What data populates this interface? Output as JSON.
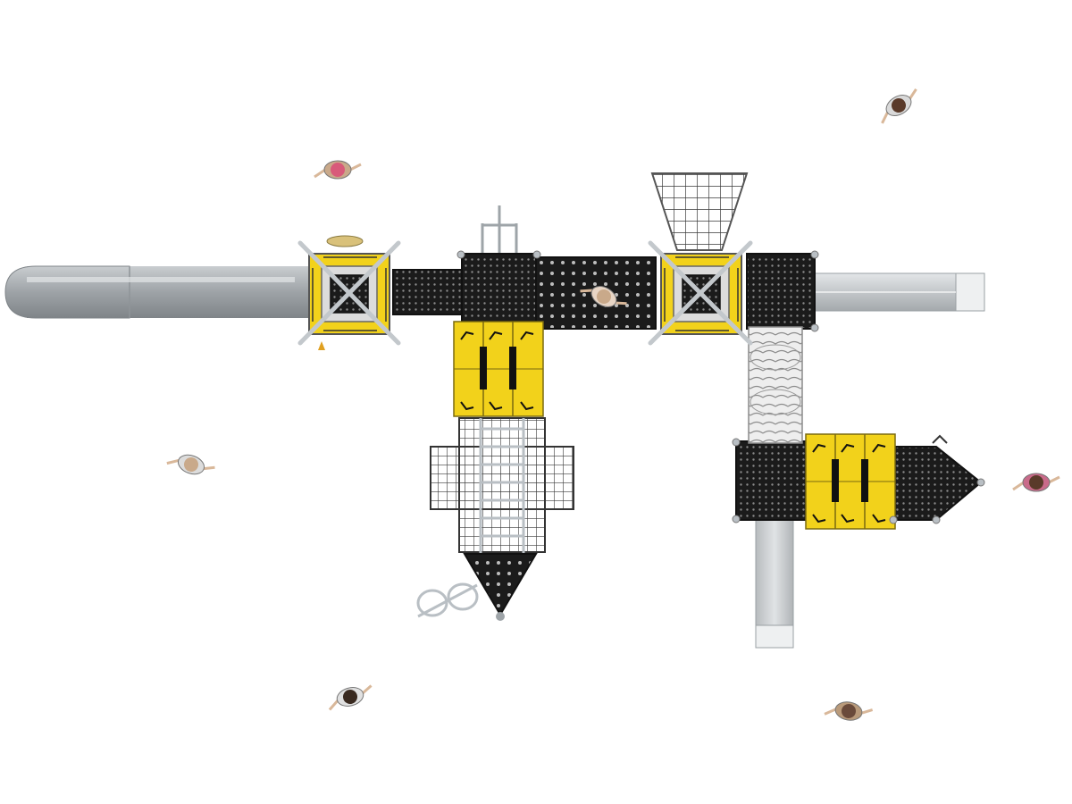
{
  "diagram": {
    "view": "top-down plan",
    "colors": {
      "background": "#ffffff",
      "deck": "#1b1b1b",
      "deck_dots": "#8a8a8a",
      "accent_yellow": "#f2d21b",
      "slide_grey": "#a9adb0",
      "slide_light": "#d3d7d9",
      "net": "#3a3a3a",
      "frame": "#b9bfc4"
    },
    "components": [
      {
        "name": "tube-slide-left",
        "kind": "tube slide"
      },
      {
        "name": "tower-left",
        "kind": "tower with roof frame"
      },
      {
        "name": "tower-right",
        "kind": "tower with roof frame"
      },
      {
        "name": "deck-bridge",
        "kind": "perforated platform"
      },
      {
        "name": "music-panels-upper",
        "kind": "yellow panel roof",
        "icon": "music-note-icon"
      },
      {
        "name": "music-panels-lower",
        "kind": "yellow panel roof",
        "icon": "music-note-icon"
      },
      {
        "name": "cargo-net-climber",
        "kind": "net climber"
      },
      {
        "name": "ladder-climber",
        "kind": "ladder"
      },
      {
        "name": "triangle-platform",
        "kind": "perforated triangle deck"
      },
      {
        "name": "spiral-climber",
        "kind": "ring climber"
      },
      {
        "name": "trapezoid-net",
        "kind": "net wall"
      },
      {
        "name": "tunnel-tube",
        "kind": "crawl tube"
      },
      {
        "name": "straight-slide-right",
        "kind": "straight slide"
      },
      {
        "name": "straight-slide-bottom",
        "kind": "straight slide"
      },
      {
        "name": "arrow-platform",
        "kind": "perforated arrow deck"
      }
    ],
    "figures": [
      {
        "name": "person-top-right",
        "shirt": "#d9d9d9",
        "hair": "#5a3a2a"
      },
      {
        "name": "person-upper-left",
        "shirt": "#c9a98a",
        "hair": "#d85a7a"
      },
      {
        "name": "person-left",
        "shirt": "#dcdcdc",
        "hair": "#c9a98a"
      },
      {
        "name": "person-on-bridge",
        "shirt": "#e8d5c5",
        "hair": "#c9a98a"
      },
      {
        "name": "person-bottom-left",
        "shirt": "#e0e0e0",
        "hair": "#3a2a20"
      },
      {
        "name": "person-right",
        "shirt": "#c96a8a",
        "hair": "#5a3a2a"
      },
      {
        "name": "person-bottom-right",
        "shirt": "#b99a7a",
        "hair": "#6a4a3a"
      }
    ]
  }
}
